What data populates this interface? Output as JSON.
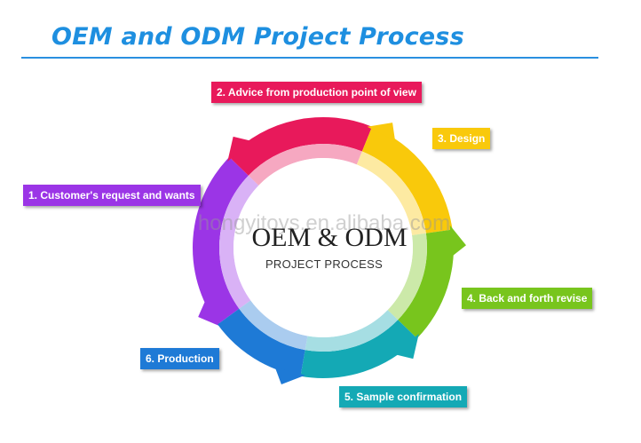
{
  "header": {
    "title": "OEM and ODM Project Process"
  },
  "center": {
    "title": "OEM & ODM",
    "subtitle": "PROJECT PROCESS",
    "watermark": "hongyitoys.en.alibaba.com"
  },
  "steps": [
    {
      "label": "1. Customer's request and wants",
      "color": "#9b35e6"
    },
    {
      "label": "2. Advice from production point of view",
      "color": "#e8195b"
    },
    {
      "label": "3. Design",
      "color": "#f9c90b"
    },
    {
      "label": "4. Back and forth revise",
      "color": "#78c51d"
    },
    {
      "label": "5. Sample confirmation",
      "color": "#14a9b5"
    },
    {
      "label": "6. Production",
      "color": "#1e7ad6"
    }
  ]
}
